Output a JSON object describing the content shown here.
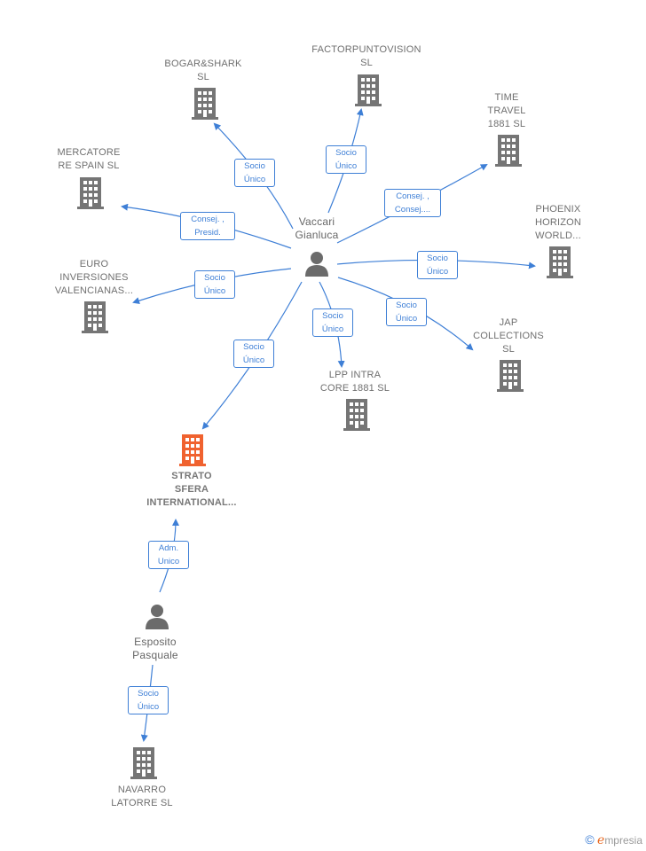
{
  "colors": {
    "edge": "#3e7fd6",
    "building": "#757575",
    "focus": "#f0622f",
    "person": "#6b6b6b"
  },
  "people": {
    "vaccari": {
      "label": "Vaccari\nGianluca",
      "icon": "person-icon"
    },
    "esposito": {
      "label": "Esposito\nPasquale",
      "icon": "person-icon"
    }
  },
  "companies": {
    "bogar": {
      "label": "BOGAR&SHARK\nSL",
      "icon": "building-icon"
    },
    "factor": {
      "label": "FACTORPUNTOVISION\nSL",
      "icon": "building-icon"
    },
    "time": {
      "label": "TIME\nTRAVEL\n1881  SL",
      "icon": "building-icon"
    },
    "mercatore": {
      "label": "MERCATORE\nRE SPAIN  SL",
      "icon": "building-icon"
    },
    "phoenix": {
      "label": "PHOENIX\nHORIZON\nWORLD...",
      "icon": "building-icon"
    },
    "euro": {
      "label": "EURO\nINVERSIONES\nVALENCIANAS...",
      "icon": "building-icon"
    },
    "jap": {
      "label": "JAP\nCOLLECTIONS\nSL",
      "icon": "building-icon"
    },
    "lpp": {
      "label": "LPP INTRA\nCORE 1881  SL",
      "icon": "building-icon"
    },
    "strato": {
      "label": "STRATO\nSFERA\nINTERNATIONAL...",
      "icon": "building-icon"
    },
    "navarro": {
      "label": "NAVARRO\nLATORRE  SL",
      "icon": "building-icon"
    }
  },
  "edges": {
    "bogar": "Socio\nÚnico",
    "factor": "Socio\nÚnico",
    "time": "Consej. ,\nConsej....",
    "mercatore": "Consej. ,\nPresid.",
    "phoenix": "Socio\nÚnico",
    "euro": "Socio\nÚnico",
    "jap": "Socio\nÚnico",
    "lpp": "Socio\nÚnico",
    "strato": "Socio\nÚnico",
    "esposito_strato": "Adm.\nUnico",
    "navarro": "Socio\nÚnico"
  },
  "brand": {
    "symbol": "©",
    "name": "mpresia",
    "initial": "e"
  }
}
